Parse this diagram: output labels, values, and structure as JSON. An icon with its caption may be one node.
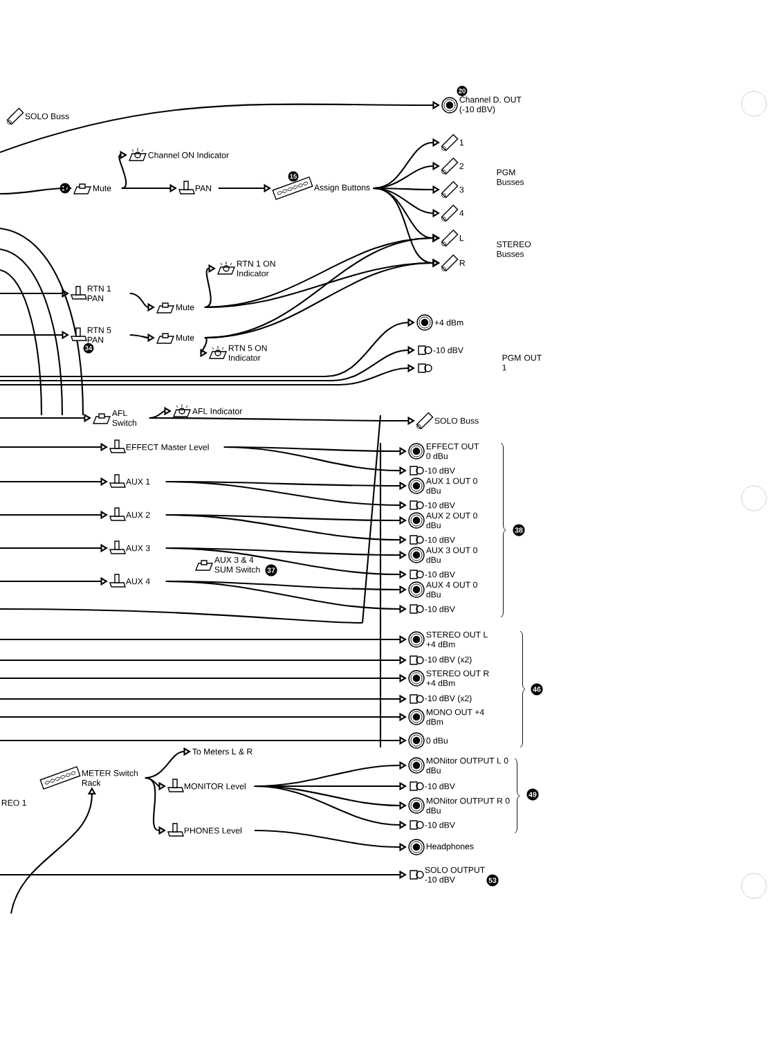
{
  "diagram": {
    "nodes": [
      {
        "text": [
          "SOLO Buss"
        ]
      },
      {
        "text": [
          "Mute"
        ],
        "beside": [
          "17"
        ]
      },
      {
        "text": [
          "Channel ON Indicator"
        ]
      },
      {
        "text": [
          "PAN"
        ]
      },
      {
        "text": [
          "Assign Buttons"
        ],
        "beside": [
          "15"
        ]
      },
      {
        "text": [
          "Channel D. OUT (-10 dBV)"
        ],
        "beside": [
          "20"
        ]
      },
      {
        "text": [
          "1"
        ]
      },
      {
        "text": [
          "2"
        ]
      },
      {
        "text": [
          "3"
        ]
      },
      {
        "text": [
          "4"
        ]
      },
      {
        "text": [
          "L"
        ]
      },
      {
        "text": [
          "R"
        ]
      },
      {
        "text": [
          "RTN 1 PAN"
        ]
      },
      {
        "text": [
          "Mute"
        ]
      },
      {
        "text": [
          "RTN 1 ON Indicator"
        ]
      },
      {
        "text": [
          "RTN 5 PAN"
        ],
        "beside": [
          "34"
        ]
      },
      {
        "text": [
          "Mute"
        ]
      },
      {
        "text": [
          "RTN 5 ON Indicator"
        ]
      },
      {
        "text": [
          "AFL Switch"
        ]
      },
      {
        "text": [
          "AFL Indicator"
        ]
      },
      {
        "text": [
          "+4 dBm"
        ]
      },
      {
        "text": [
          "-10 dBV"
        ]
      },
      {
        "text": [],
        "shape": "cylinder"
      },
      {
        "text": [
          "SOLO Buss"
        ]
      },
      {
        "text": [
          "EFFECT Master Level"
        ]
      },
      {
        "text": [
          "AUX 1"
        ]
      },
      {
        "text": [
          "AUX 2"
        ]
      },
      {
        "text": [
          "AUX 3"
        ]
      },
      {
        "text": [
          "AUX 4"
        ]
      },
      {
        "text": [
          "AUX 3 & 4 SUM Switch"
        ]
      },
      {
        "text": [
          "EFFECT OUT 0 dBu"
        ]
      },
      {
        "text": [
          "-10 dBV"
        ]
      },
      {
        "text": [
          "AUX 1 OUT 0 dBu"
        ]
      },
      {
        "text": [
          "-10 dBV"
        ]
      },
      {
        "text": [
          "AUX 2 OUT 0 dBu"
        ]
      },
      {
        "text": [
          "-10 dBV"
        ]
      },
      {
        "text": [
          "AUX 3 OUT 0 dBu"
        ]
      },
      {
        "text": [
          "-10 dBV"
        ]
      },
      {
        "text": [
          "AUX 4 OUT 0 dBu"
        ]
      },
      {
        "text": [
          "-10 dBV"
        ]
      },
      {
        "text": [
          "STEREO OUT L +4 dBm"
        ]
      },
      {
        "text": [
          "-10 dBV (x2)"
        ]
      },
      {
        "text": [
          "STEREO OUT R +4 dBm"
        ]
      },
      {
        "text": [
          "-10 dBV (x2)"
        ]
      },
      {
        "text": [
          "MONO OUT +4 dBm"
        ]
      },
      {
        "text": [
          "0 dBu"
        ]
      },
      {
        "text": [
          "METER Switch Rack"
        ]
      },
      {
        "text": [
          "To Meters L & R"
        ]
      },
      {
        "text": [
          "MONITOR Level"
        ]
      },
      {
        "text": [
          "PHONES Level"
        ]
      },
      {
        "text": [
          "MONitor OUTPUT L 0 dBu"
        ]
      },
      {
        "text": [
          "-10 dBV"
        ]
      },
      {
        "text": [
          "MONitor OUTPUT R 0 dBu"
        ]
      },
      {
        "text": [
          "-10 dBV"
        ]
      },
      {
        "text": [
          "Headphones"
        ]
      },
      {
        "text": [
          "SOLO OUTPUT -10 dBV"
        ]
      },
      {
        "text": [
          "REO 1"
        ]
      }
    ],
    "edges": [
      {
        "from": null,
        "to": 5,
        "arrow": "to"
      },
      {
        "from": null,
        "to": 1,
        "arrow": "to"
      },
      {
        "from": 1,
        "to": 2,
        "arrow": "to"
      },
      {
        "from": 1,
        "to": 3,
        "arrow": "to"
      },
      {
        "from": 3,
        "to": 4,
        "arrow": "to"
      },
      {
        "from": 4,
        "to": 6,
        "arrow": "to"
      },
      {
        "from": 4,
        "to": 7,
        "arrow": "to"
      },
      {
        "from": 4,
        "to": 8,
        "arrow": "to"
      },
      {
        "from": 4,
        "to": 9,
        "arrow": "to"
      },
      {
        "from": 4,
        "to": 10,
        "arrow": "to"
      },
      {
        "from": 4,
        "to": 11,
        "arrow": "to"
      },
      {
        "from": null,
        "to": 12,
        "arrow": "to"
      },
      {
        "from": 12,
        "to": 13,
        "arrow": "to"
      },
      {
        "from": 13,
        "to": 14,
        "arrow": "to"
      },
      {
        "from": 13,
        "to": 10,
        "arrow": "to"
      },
      {
        "from": 13,
        "to": 11,
        "arrow": "to"
      },
      {
        "from": null,
        "to": 15,
        "arrow": "to"
      },
      {
        "from": 15,
        "to": 16,
        "arrow": "to"
      },
      {
        "from": 16,
        "to": 17,
        "arrow": "to"
      },
      {
        "from": 16,
        "to": 10,
        "arrow": "to"
      },
      {
        "from": 16,
        "to": 11,
        "arrow": "to"
      },
      {
        "from": null,
        "to": 18,
        "arrow": "to"
      },
      {
        "from": 18,
        "to": 19,
        "arrow": "to"
      },
      {
        "from": 18,
        "to": 23,
        "arrow": "to"
      },
      {
        "from": null,
        "to": 20,
        "arrow": "to"
      },
      {
        "from": null,
        "to": 21,
        "arrow": "to"
      },
      {
        "from": null,
        "to": 22,
        "arrow": "to"
      },
      {
        "from": null,
        "to": 24,
        "arrow": "to"
      },
      {
        "from": null,
        "to": 25,
        "arrow": "to"
      },
      {
        "from": null,
        "to": 26,
        "arrow": "to"
      },
      {
        "from": null,
        "to": 27,
        "arrow": "to"
      },
      {
        "from": null,
        "to": 28,
        "arrow": "to"
      },
      {
        "from": 24,
        "to": 30,
        "arrow": "to"
      },
      {
        "from": 24,
        "to": 31,
        "arrow": "to"
      },
      {
        "from": 25,
        "to": 32,
        "arrow": "to"
      },
      {
        "from": 25,
        "to": 33,
        "arrow": "to"
      },
      {
        "from": 26,
        "to": 34,
        "arrow": "to"
      },
      {
        "from": 26,
        "to": 35,
        "arrow": "to"
      },
      {
        "from": 27,
        "to": 36,
        "arrow": "to"
      },
      {
        "from": 27,
        "to": 37,
        "arrow": "to"
      },
      {
        "from": 28,
        "to": 38,
        "arrow": "to"
      },
      {
        "from": 28,
        "to": 39,
        "arrow": "to"
      },
      {
        "from": null,
        "to": 40,
        "arrow": "to"
      },
      {
        "from": null,
        "to": 41,
        "arrow": "to"
      },
      {
        "from": null,
        "to": 42,
        "arrow": "to"
      },
      {
        "from": null,
        "to": 43,
        "arrow": "to"
      },
      {
        "from": null,
        "to": 44,
        "arrow": "to"
      },
      {
        "from": null,
        "to": 45,
        "arrow": "to"
      },
      {
        "from": null,
        "to": 46,
        "arrow": "to"
      },
      {
        "from": 46,
        "to": 47,
        "arrow": "to"
      },
      {
        "from": 46,
        "to": 48,
        "arrow": "to"
      },
      {
        "from": 46,
        "to": 49,
        "arrow": "to"
      },
      {
        "from": 48,
        "to": 50,
        "arrow": "to"
      },
      {
        "from": 48,
        "to": 51,
        "arrow": "to"
      },
      {
        "from": 48,
        "to": 52,
        "arrow": "to"
      },
      {
        "from": 48,
        "to": 53,
        "arrow": "to"
      },
      {
        "from": 49,
        "to": 54,
        "arrow": "to"
      },
      {
        "from": null,
        "to": 55,
        "arrow": "to"
      }
    ],
    "labels": [
      "PGM Busses",
      "STEREO Busses",
      "PGM OUT 1",
      "38",
      "37",
      "46",
      "49",
      "53"
    ]
  }
}
